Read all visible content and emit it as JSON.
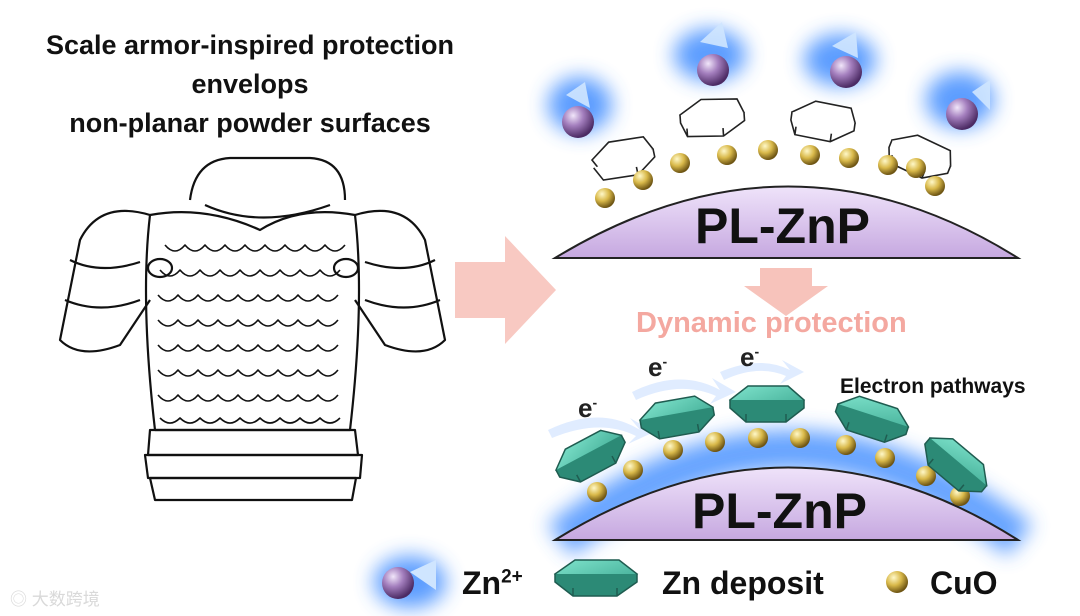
{
  "title_lines": [
    "Scale armor-inspired protection",
    "envelops",
    "non-planar powder surfaces"
  ],
  "substrate_label_top": "PL-ZnP",
  "substrate_label_bottom": "PL-ZnP",
  "process_label": "Dynamic protection",
  "electron_pathways_label": "Electron pathways",
  "electron_symbol": "e",
  "electron_superscript": "-",
  "legend": {
    "zn_ion_label": "Zn",
    "zn_ion_charge": "2+",
    "deposit_label": "Zn deposit",
    "cuo_label": "CuO"
  },
  "watermark": "大数跨境",
  "colors": {
    "substrate": "#dcc6ee",
    "zn_ion": "#a47fbe",
    "glow": "#3f8cff",
    "deposit": "#55c8b0",
    "cuo": "#d9b94a",
    "arrow": "#f7c3bb",
    "process_text": "#f4a8a0"
  }
}
